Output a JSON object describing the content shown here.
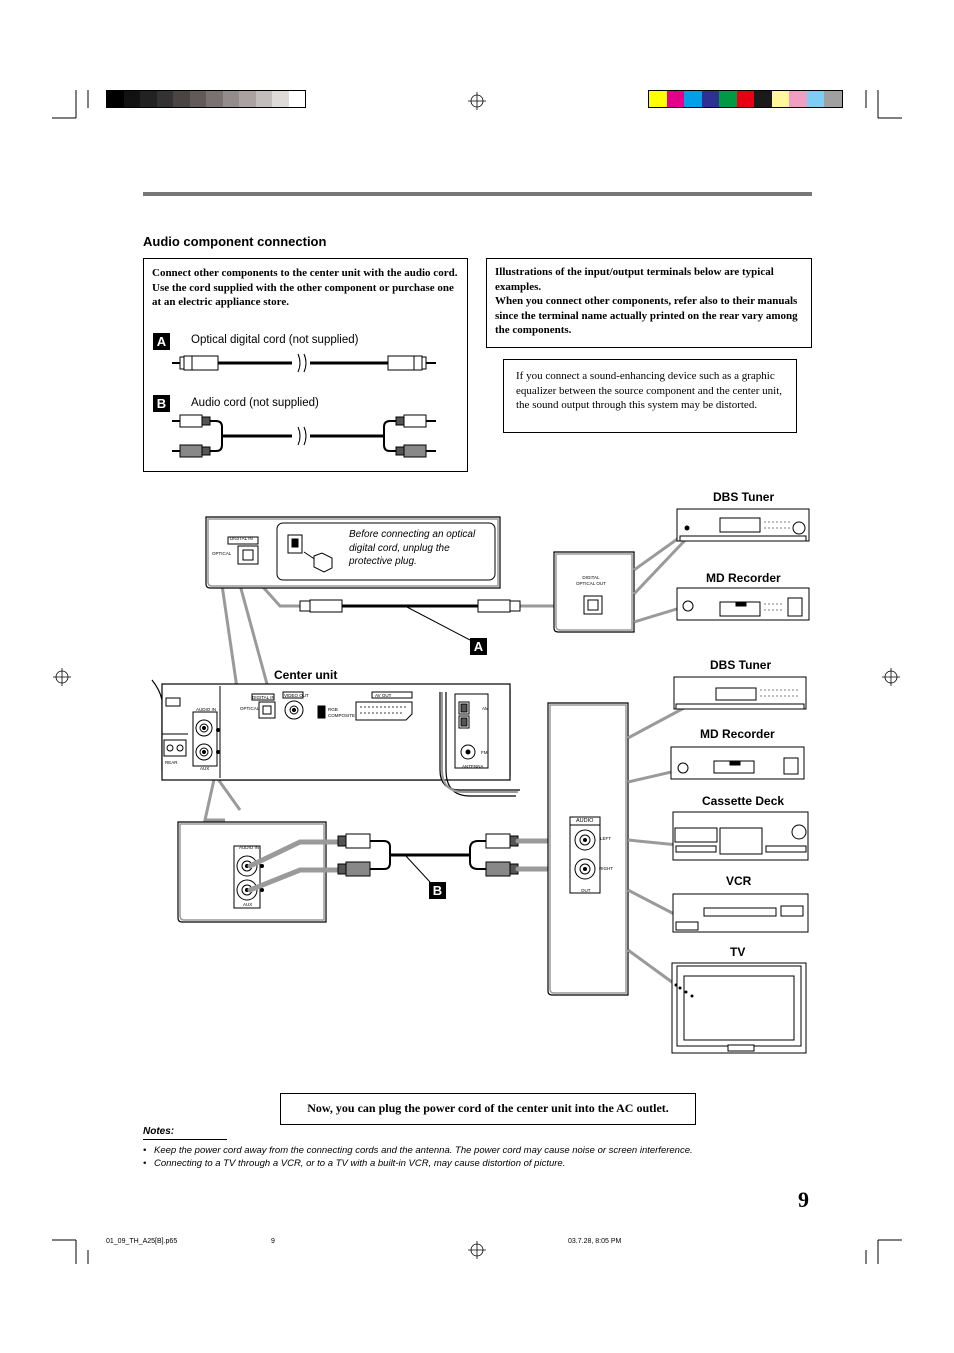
{
  "colors": {
    "gray_bar": [
      "#000000",
      "#121212",
      "#222222",
      "#333333",
      "#4a4444",
      "#625a5a",
      "#7a7272",
      "#928c8c",
      "#aaa2a2",
      "#c3bcbc",
      "#dedad9",
      "#ffffff"
    ],
    "color_bar": [
      "#ffff00",
      "#e2008a",
      "#00a0e9",
      "#2e3192",
      "#009944",
      "#e60012",
      "#1a1a1a",
      "#fff799",
      "#f19ec2",
      "#7ecef4",
      "#a0a0a0"
    ],
    "rule": "#777777",
    "cable_gray": "#9a9a9a"
  },
  "section_title": "Audio component connection",
  "left_box": {
    "text": "Connect other components to the center unit with the audio cord.\nUse the cord supplied with the other component or purchase one at an electric appliance store.",
    "a_tag": "A",
    "a_label": "Optical digital cord (not supplied)",
    "b_tag": "B",
    "b_label": "Audio cord (not supplied)"
  },
  "right_box": {
    "text": "Illustrations of the input/output terminals below are typical examples.\nWhen you connect other components, refer also to their manuals since the terminal name actually printed on the rear vary among the components."
  },
  "info_box": {
    "text": "If you connect a sound-enhancing device such as a graphic equalizer between the source component and the center unit, the sound output through this system may be distorted."
  },
  "diagram": {
    "protective_note": "Before connecting an optical digital cord, unplug the protective plug.",
    "digital_in": "DIGITAL IN",
    "optical": "OPTICAL",
    "digital_optical_out": "DIGITAL\nOPTICAL OUT",
    "center_unit": "Center unit",
    "video_out": "VIDEO OUT",
    "av_out": "AV OUT",
    "rgb": "RGB",
    "composite": "COMPOSITE",
    "audio_in": "AUDIO IN",
    "aux": "AUX",
    "rear": "REAR",
    "am": "AM",
    "fm": "FM",
    "antenna": "ANTENNA",
    "audio": "AUDIO",
    "left": "LEFT",
    "right": "RIGHT",
    "out": "OUT",
    "tag_a": "A",
    "tag_b": "B",
    "components": [
      "DBS Tuner",
      "MD Recorder",
      "DBS Tuner",
      "MD Recorder",
      "Cassette Deck",
      "VCR",
      "TV"
    ]
  },
  "bottom_box": "Now, you can plug the power cord of the center unit into the AC outlet.",
  "notes": {
    "title": "Notes:",
    "items": [
      "Keep the power cord away from the connecting cords and the antenna. The power cord may cause noise or screen interference.",
      "Connecting to a TV through a VCR, or to a TV with a built-in VCR, may cause distortion of picture."
    ]
  },
  "page_number": "9",
  "footer": {
    "file": "01_09_TH_A25[B].p65",
    "page": "9",
    "stamp": "03.7.28, 8:05 PM"
  }
}
